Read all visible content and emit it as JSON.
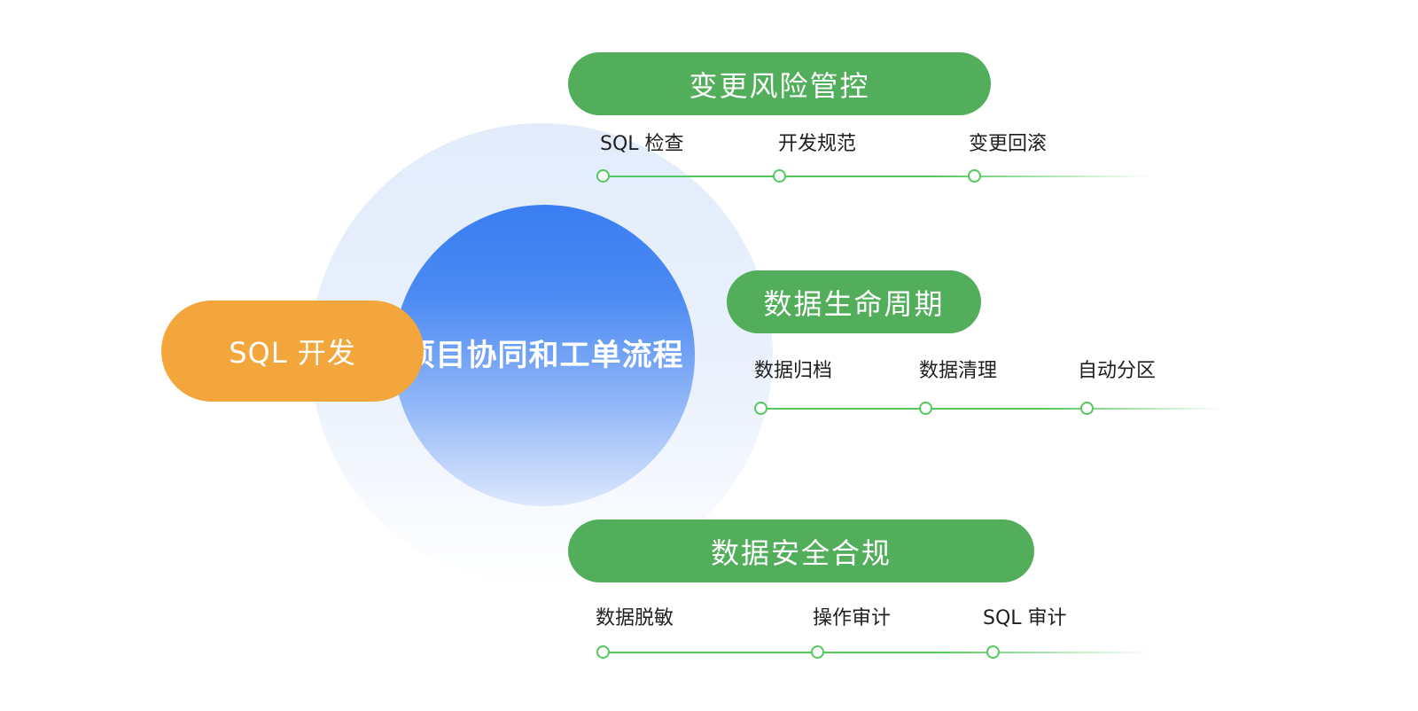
{
  "center": {
    "title_line1": "项目协同和",
    "title_line2": "工单流程"
  },
  "sql_dev": {
    "label": "SQL 开发"
  },
  "sections": [
    {
      "title": "变更风险管控",
      "items": [
        "SQL 检查",
        "开发规范",
        "变更回滚"
      ]
    },
    {
      "title": "数据生命周期",
      "items": [
        "数据归档",
        "数据清理",
        "自动分区"
      ]
    },
    {
      "title": "数据安全合规",
      "items": [
        "数据脱敏",
        "操作审计",
        "SQL 审计"
      ]
    }
  ],
  "colors": {
    "orange": "#f2a63b",
    "green": "#52ae5b",
    "blue": "#3a7ef2",
    "node_green": "#52c95c"
  }
}
